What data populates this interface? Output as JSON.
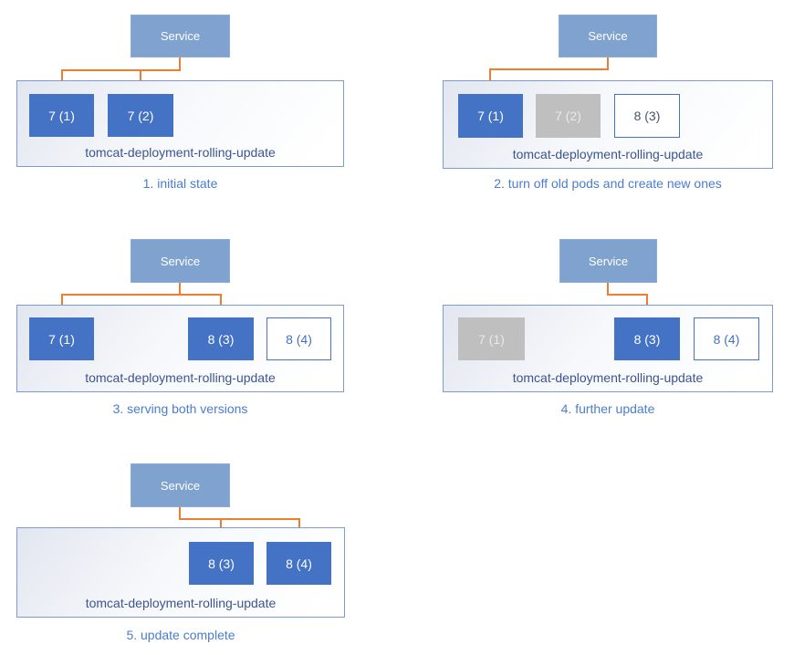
{
  "colors": {
    "pod_active": "#4472C4",
    "pod_draining": "#BFBFBF",
    "pod_new_border": "#4472C4",
    "service_fill": "#7FA2CE",
    "box_border": "#7E9BD0",
    "arrow": "#ED7D31",
    "caption_text": "#4A7CCF",
    "deployment_label_text": "#3C5590"
  },
  "diagram": {
    "title": "tomcat deployment rolling update stages",
    "panels": [
      {
        "caption": "1. initial state",
        "service_label": "Service",
        "deployment_label": "tomcat-deployment-rolling-update",
        "pods": [
          {
            "label": "7 (1)",
            "state": "active"
          },
          {
            "label": "7 (2)",
            "state": "active"
          }
        ]
      },
      {
        "caption": "2. turn off old pods and create new ones",
        "service_label": "Service",
        "deployment_label": "tomcat-deployment-rolling-update",
        "pods": [
          {
            "label": "7 (1)",
            "state": "active"
          },
          {
            "label": "7 (2)",
            "state": "draining"
          },
          {
            "label": "8 (3)",
            "state": "new"
          }
        ]
      },
      {
        "caption": "3. serving both versions",
        "service_label": "Service",
        "deployment_label": "tomcat-deployment-rolling-update",
        "pods": [
          {
            "label": "7 (1)",
            "state": "active"
          },
          {
            "label": "8 (3)",
            "state": "active"
          },
          {
            "label": "8 (4)",
            "state": "new"
          }
        ]
      },
      {
        "caption": "4. further update",
        "service_label": "Service",
        "deployment_label": "tomcat-deployment-rolling-update",
        "pods": [
          {
            "label": "7 (1)",
            "state": "draining"
          },
          {
            "label": "8 (3)",
            "state": "active"
          },
          {
            "label": "8 (4)",
            "state": "new"
          }
        ]
      },
      {
        "caption": "5. update complete",
        "service_label": "Service",
        "deployment_label": "tomcat-deployment-rolling-update",
        "pods": [
          {
            "label": "8 (3)",
            "state": "active"
          },
          {
            "label": "8 (4)",
            "state": "active"
          }
        ]
      }
    ]
  }
}
